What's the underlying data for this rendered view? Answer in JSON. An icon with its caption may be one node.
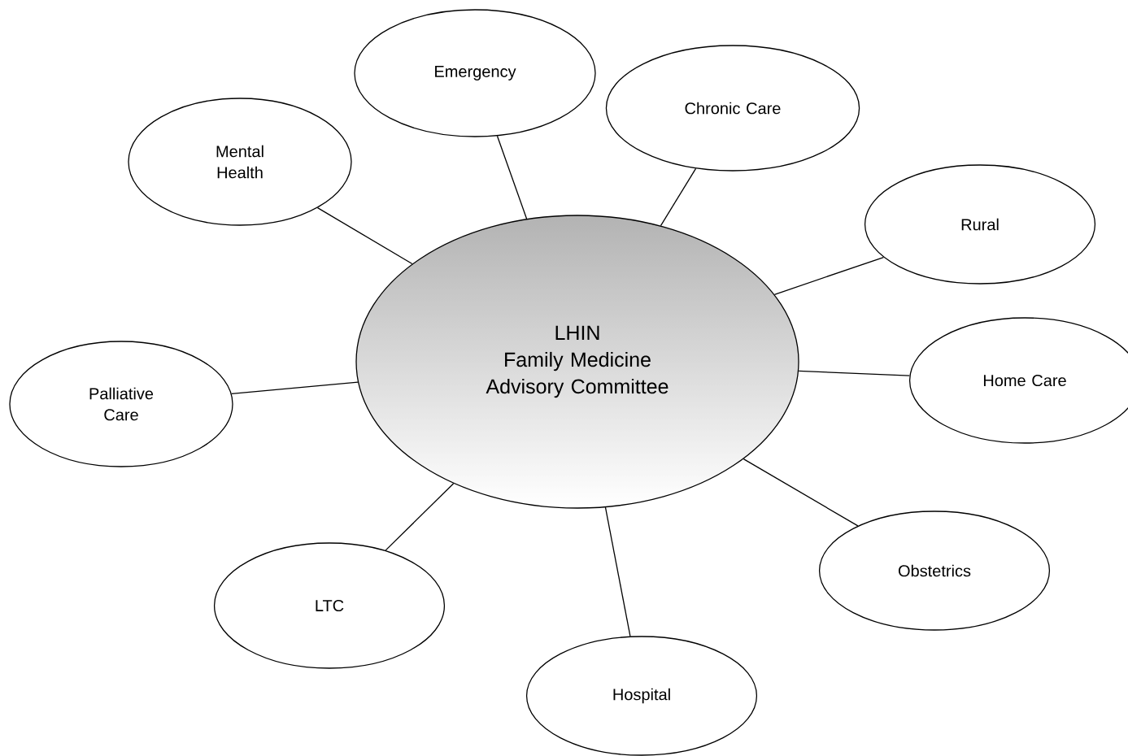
{
  "diagram": {
    "nodes": [
      {
        "text": [
          "LHIN",
          "Family Medicine Advisory Committee"
        ]
      },
      {
        "text": [
          "Emergency"
        ]
      },
      {
        "text": [
          "Chronic Care"
        ]
      },
      {
        "text": [
          "Mental Health"
        ]
      },
      {
        "text": [
          "Rural"
        ]
      },
      {
        "text": [
          "Palliative Care"
        ]
      },
      {
        "text": [
          "Home Care"
        ]
      },
      {
        "text": [
          "Obstetrics"
        ]
      },
      {
        "text": [
          "LTC"
        ]
      },
      {
        "text": [
          "Hospital"
        ]
      }
    ],
    "edges": [
      {
        "from": 0,
        "to": 1,
        "arrow": "none"
      },
      {
        "from": 0,
        "to": 2,
        "arrow": "none"
      },
      {
        "from": 0,
        "to": 3,
        "arrow": "none"
      },
      {
        "from": 0,
        "to": 4,
        "arrow": "none"
      },
      {
        "from": 0,
        "to": 5,
        "arrow": "none"
      },
      {
        "from": 0,
        "to": 6,
        "arrow": "none"
      },
      {
        "from": 0,
        "to": 7,
        "arrow": "none"
      },
      {
        "from": 0,
        "to": 8,
        "arrow": "none"
      },
      {
        "from": 0,
        "to": 9,
        "arrow": "none"
      }
    ]
  }
}
